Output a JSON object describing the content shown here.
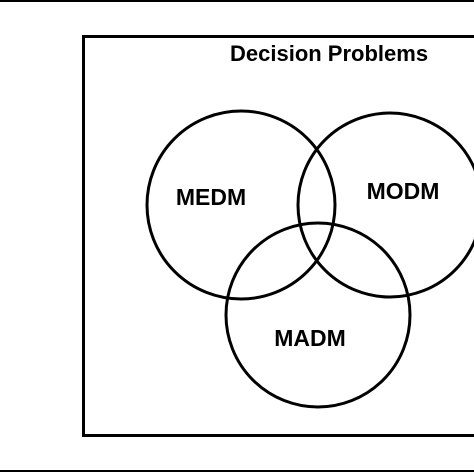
{
  "diagram": {
    "title": "Decision Problems",
    "sets": [
      {
        "id": "medm",
        "label": "MEDM"
      },
      {
        "id": "modm",
        "label": "MODM"
      },
      {
        "id": "madm",
        "label": "MADM"
      }
    ],
    "colors": {
      "stroke": "#000000",
      "background": "#ffffff",
      "text": "#000000"
    }
  }
}
